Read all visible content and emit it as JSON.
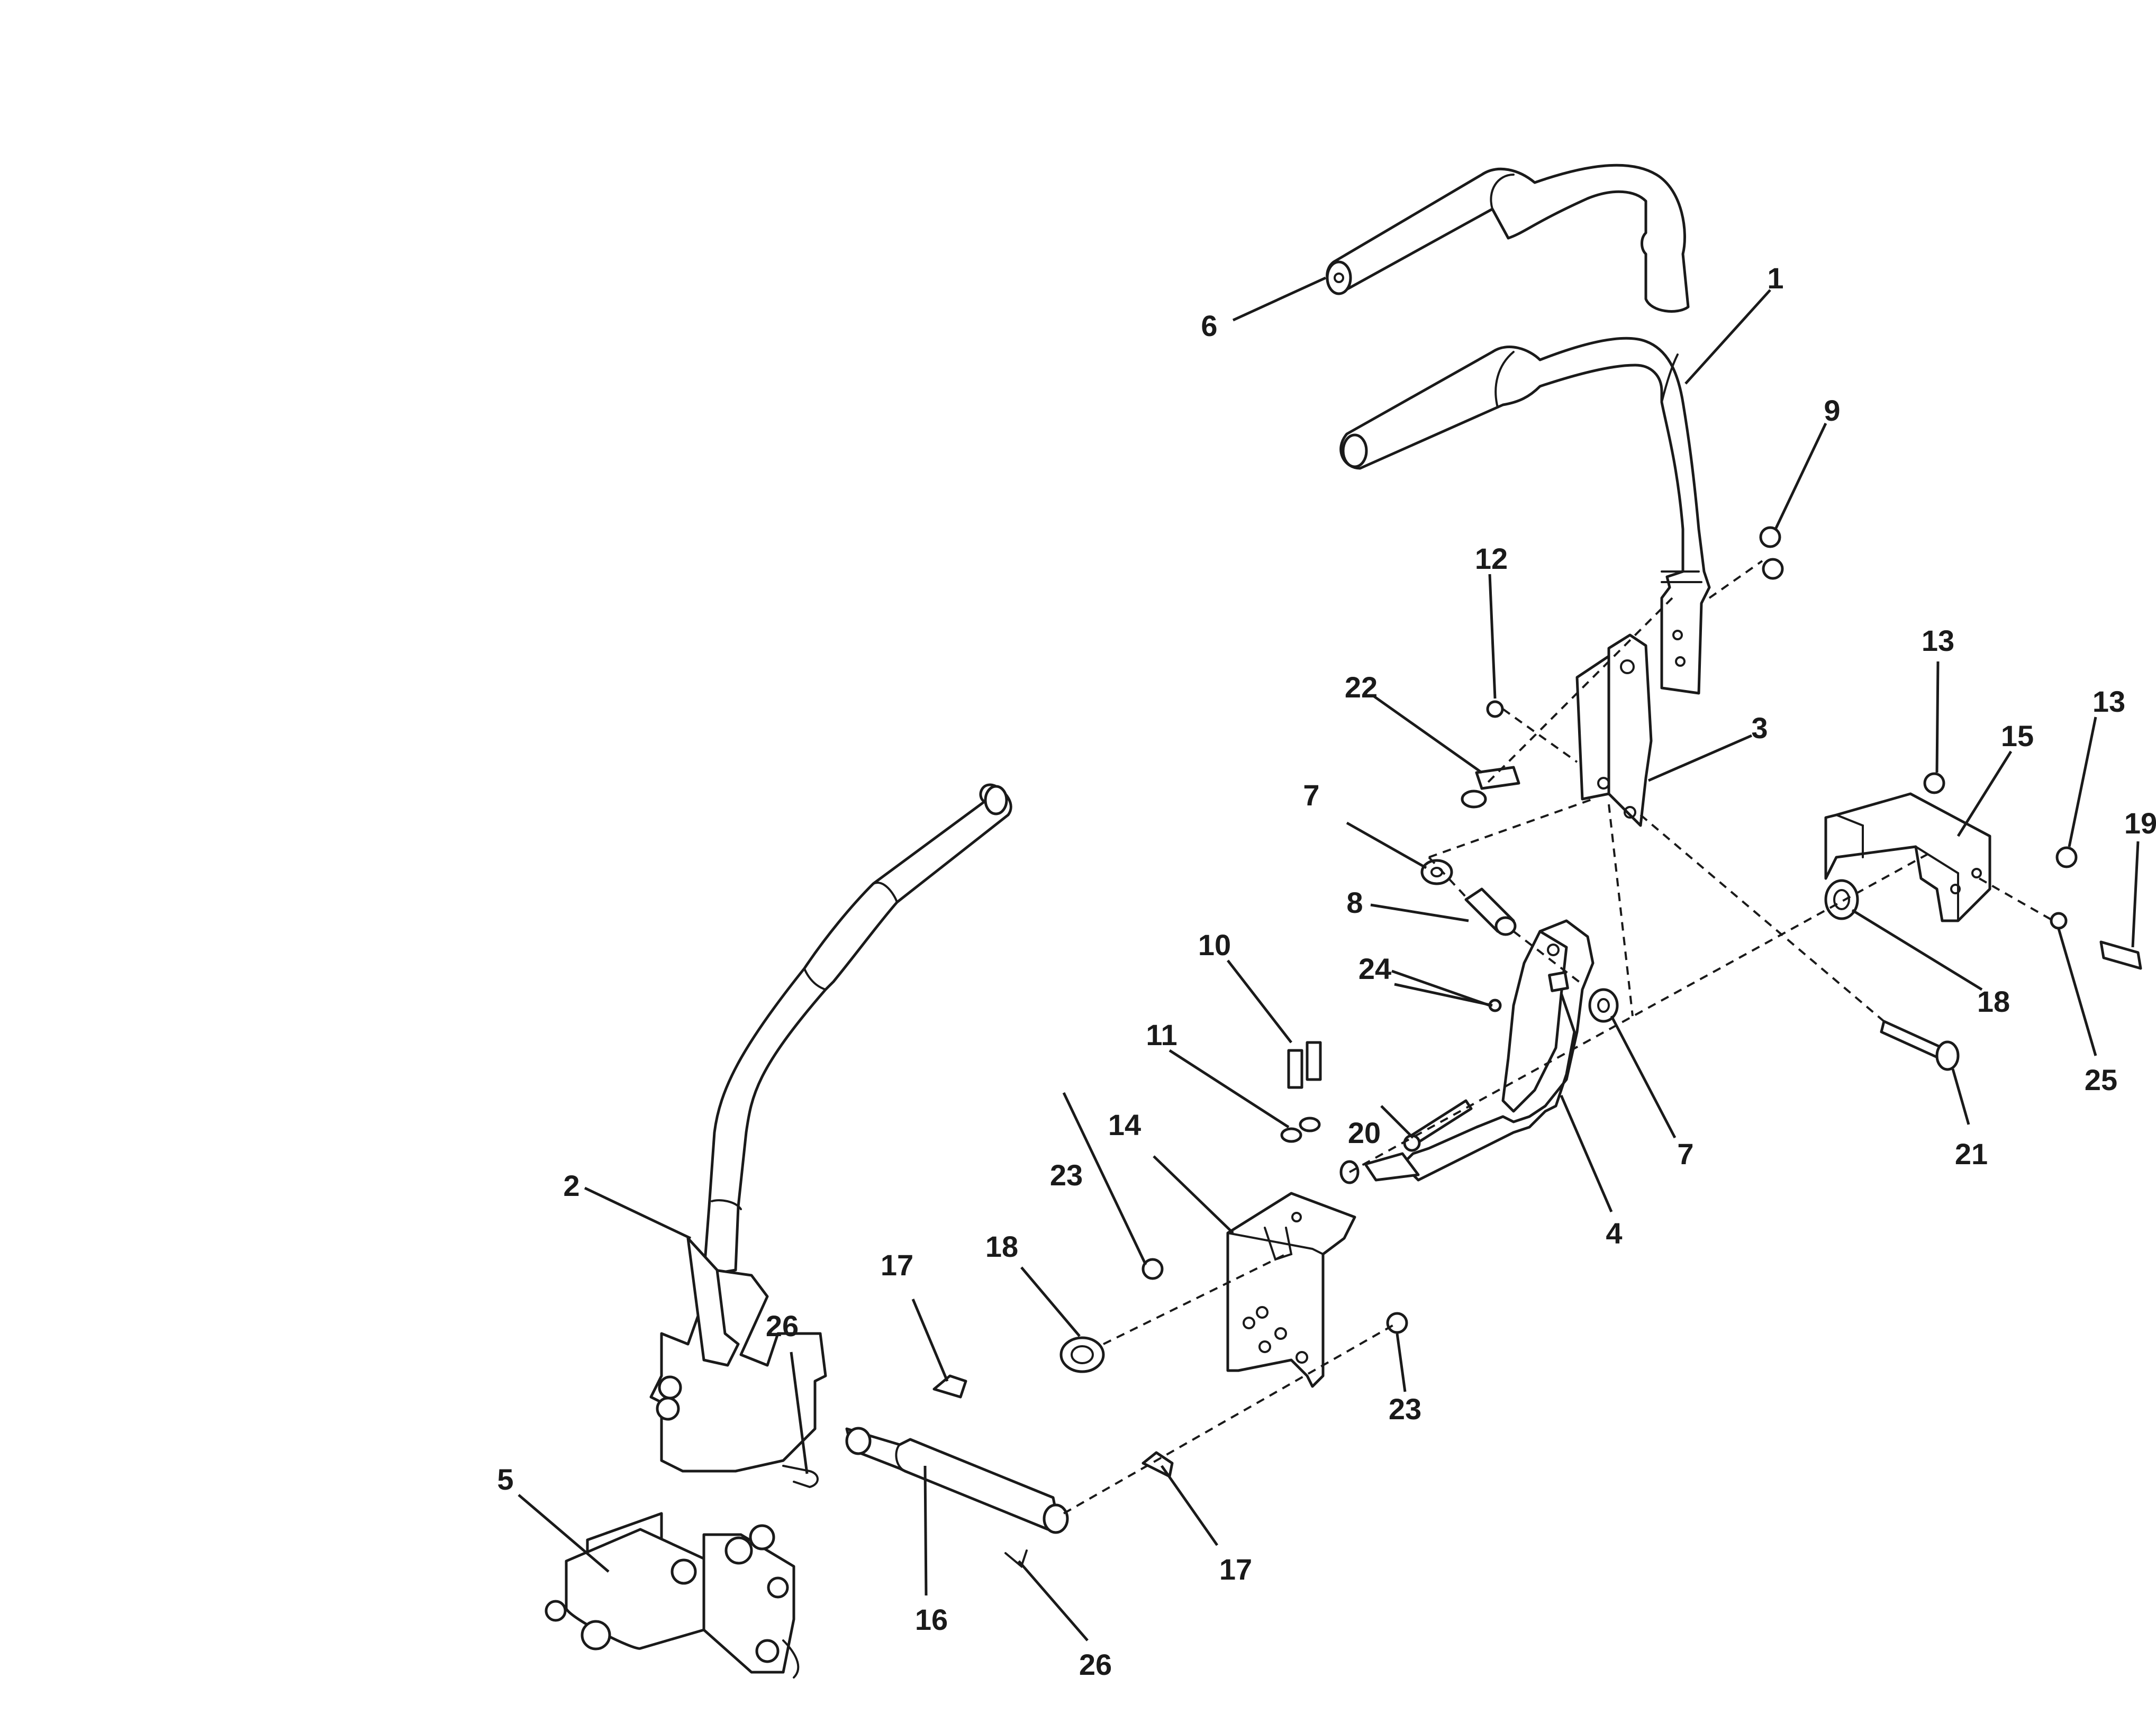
{
  "diagram": {
    "callouts": [
      {
        "id": "c1",
        "text": "1"
      },
      {
        "id": "c2",
        "text": "2"
      },
      {
        "id": "c3",
        "text": "3"
      },
      {
        "id": "c4",
        "text": "4"
      },
      {
        "id": "c5",
        "text": "5"
      },
      {
        "id": "c6",
        "text": "6"
      },
      {
        "id": "c7a",
        "text": "7"
      },
      {
        "id": "c7b",
        "text": "7"
      },
      {
        "id": "c8",
        "text": "8"
      },
      {
        "id": "c9",
        "text": "9"
      },
      {
        "id": "c10",
        "text": "10"
      },
      {
        "id": "c11",
        "text": "11"
      },
      {
        "id": "c12",
        "text": "12"
      },
      {
        "id": "c13a",
        "text": "13"
      },
      {
        "id": "c13b",
        "text": "13"
      },
      {
        "id": "c14",
        "text": "14"
      },
      {
        "id": "c15",
        "text": "15"
      },
      {
        "id": "c16",
        "text": "16"
      },
      {
        "id": "c17a",
        "text": "17"
      },
      {
        "id": "c17b",
        "text": "17"
      },
      {
        "id": "c18a",
        "text": "18"
      },
      {
        "id": "c18b",
        "text": "18"
      },
      {
        "id": "c19",
        "text": "19"
      },
      {
        "id": "c20",
        "text": "20"
      },
      {
        "id": "c21",
        "text": "21"
      },
      {
        "id": "c22",
        "text": "22"
      },
      {
        "id": "c23a",
        "text": "23"
      },
      {
        "id": "c23b",
        "text": "23"
      },
      {
        "id": "c24",
        "text": "24"
      },
      {
        "id": "c25",
        "text": "25"
      },
      {
        "id": "c26a",
        "text": "26"
      },
      {
        "id": "c26b",
        "text": "26"
      }
    ]
  }
}
